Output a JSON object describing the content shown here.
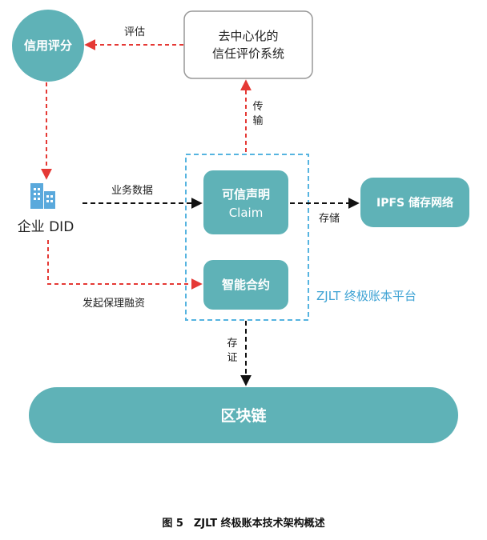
{
  "diagram": {
    "nodes": {
      "credit_score": "信用评分",
      "trust_system": [
        "去中心化的",
        "信任评价系统"
      ],
      "enterprise_did": "企业 DID",
      "trusted_claim": [
        "可信声明",
        "Claim"
      ],
      "smart_contract": "智能合约",
      "ipfs": "IPFS 储存网络",
      "blockchain": "区块链",
      "platform": "ZJLT 终极账本平台"
    },
    "edges": {
      "evaluate": "评估",
      "transmit": [
        "传",
        "输"
      ],
      "business_data": "业务数据",
      "storage": "存储",
      "initiate_factoring": "发起保理融资",
      "evidence": [
        "存",
        "证"
      ]
    },
    "colors": {
      "teal": "#5fb2b7",
      "red_arrow": "#e53935",
      "black_arrow": "#111111",
      "platform_border": "#56b4e0",
      "building_icon": "#5aa9dc"
    }
  },
  "caption": "图 5　ZJLT 终极账本技术架构概述"
}
